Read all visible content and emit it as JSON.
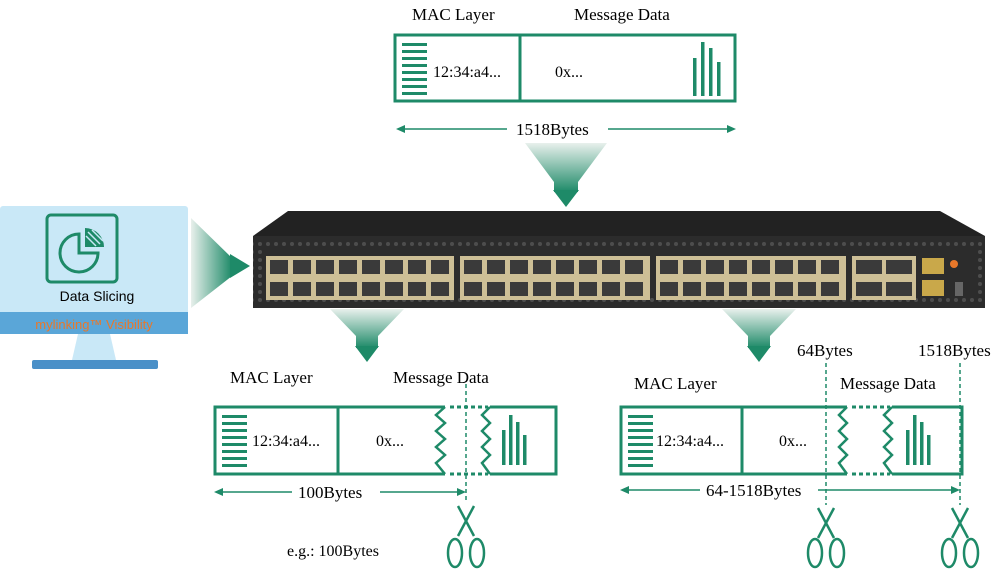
{
  "colors": {
    "accent": "#1e8a68",
    "monitor": "#c9e8f7",
    "monitor_stand": "#4a90c8",
    "brand_bar": "#5aa6d8",
    "brand_text": "#e8782a",
    "switch_body": "#2a2a2a"
  },
  "top_packet": {
    "mac_label": "MAC Layer",
    "data_label": "Message Data",
    "mac_value": "12:34:a4...",
    "data_value": "0x...",
    "size": "1518Bytes"
  },
  "monitor": {
    "app_label": "Data Slicing",
    "brand": "mylinking™ Visibility",
    "icon": "pie-chart-icon"
  },
  "left_packet": {
    "mac_label": "MAC Layer",
    "data_label": "Message Data",
    "mac_value": "12:34:a4...",
    "data_value": "0x...",
    "size": "100Bytes",
    "example": "e.g.:  100Bytes"
  },
  "right_packet": {
    "mac_label": "MAC Layer",
    "data_label": "Message Data",
    "mac_value": "12:34:a4...",
    "data_value": "0x...",
    "size": "64-1518Bytes",
    "cut_min": "64Bytes",
    "cut_max": "1518Bytes"
  }
}
